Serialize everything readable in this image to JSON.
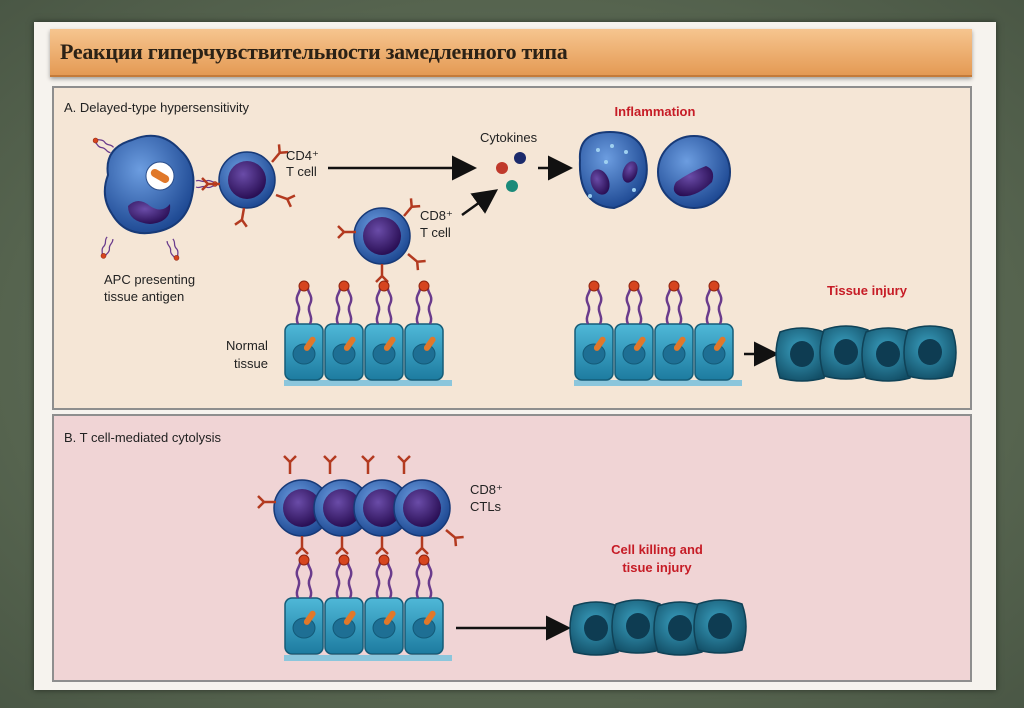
{
  "slide_title": "Реакции гиперчувствительности замедленного типа",
  "panel_a": {
    "title": "A. Delayed-type hypersensitivity",
    "apc_label_1": "APC presenting",
    "apc_label_2": "tissue antigen",
    "cd4_label_1": "CD4⁺",
    "cd4_label_2": "T cell",
    "cd8_label_1": "CD8⁺",
    "cd8_label_2": "T cell",
    "cytokines": "Cytokines",
    "inflammation": "Inflammation",
    "normal_tissue_1": "Normal",
    "normal_tissue_2": "tissue",
    "tissue_injury": "Tissue injury"
  },
  "panel_b": {
    "title": "B. T cell-mediated cytolysis",
    "ctl_label_1": "CD8⁺",
    "ctl_label_2": "CTLs",
    "outcome_1": "Cell killing and",
    "outcome_2": "tisue injury"
  },
  "colors": {
    "tcell": "#2f5fa8",
    "nucleus": "#3a1a6e",
    "tissue": "#2d8fb6",
    "injured": "#1d6e8b",
    "receptor": "#c0392b"
  }
}
